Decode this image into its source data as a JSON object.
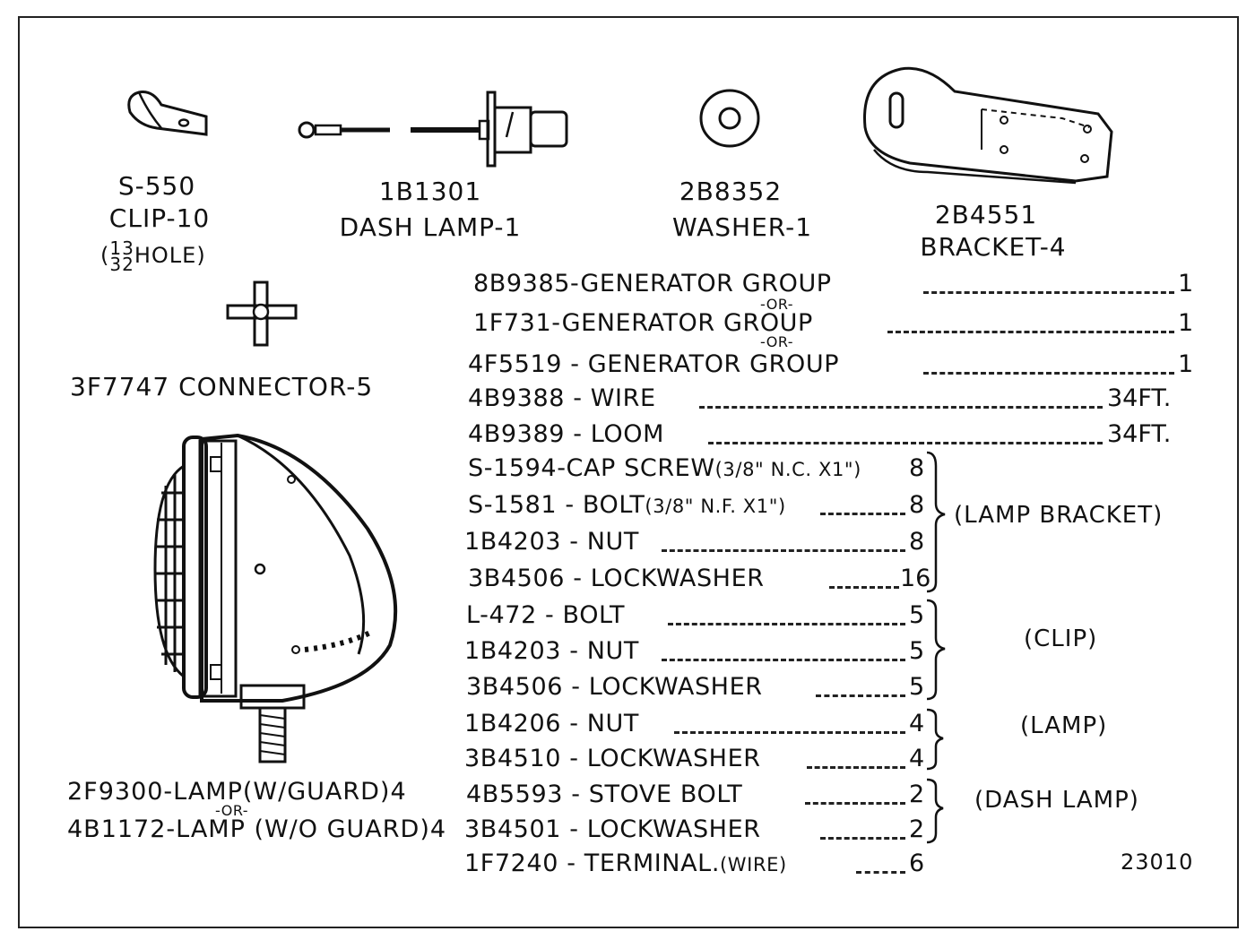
{
  "top_parts": [
    {
      "number": "S-550",
      "name": "CLIP-10",
      "note": "HOLE",
      "note_fraction_num": "13",
      "note_fraction_den": "32"
    },
    {
      "number": "1B1301",
      "name": "DASH LAMP-1"
    },
    {
      "number": "2B8352",
      "name": "WASHER-1"
    },
    {
      "number": "2B4551",
      "name": "BRACKET-4"
    }
  ],
  "connector": {
    "label": "3F7747 CONNECTOR-5"
  },
  "lamp_labels": {
    "line1": "2F9300-LAMP(W/GUARD)4",
    "or": "-OR-",
    "line2": "4B1172-LAMP (W/O GUARD)4"
  },
  "parts_list": [
    {
      "part": "8B9385-GENERATOR GROUP",
      "qty": "1",
      "or_after": "-OR-"
    },
    {
      "part": "1F731-GENERATOR GROUP",
      "qty": "1",
      "or_after": "-OR-"
    },
    {
      "part": "4F5519 - GENERATOR GROUP",
      "qty": "1"
    },
    {
      "part": "4B9388 - WIRE",
      "qty": "34FT."
    },
    {
      "part": "4B9389 - LOOM",
      "qty": "34FT."
    },
    {
      "part": "S-1594-CAP SCREW",
      "spec": "(3/8\" N.C. X1\")",
      "qty": "8"
    },
    {
      "part": "S-1581 - BOLT",
      "spec": "(3/8\" N.F. X1\")",
      "qty": "8"
    },
    {
      "part": "1B4203 - NUT",
      "qty": "8"
    },
    {
      "part": "3B4506 - LOCKWASHER",
      "qty": "16"
    },
    {
      "part": "L-472 - BOLT",
      "qty": "5"
    },
    {
      "part": "1B4203 - NUT",
      "qty": "5"
    },
    {
      "part": "3B4506 - LOCKWASHER",
      "qty": "5"
    },
    {
      "part": "1B4206 - NUT",
      "qty": "4"
    },
    {
      "part": "3B4510 - LOCKWASHER",
      "qty": "4"
    },
    {
      "part": "4B5593 - STOVE BOLT",
      "qty": "2"
    },
    {
      "part": "3B4501 - LOCKWASHER",
      "qty": "2"
    },
    {
      "part": "1F7240 - TERMINAL",
      "spec": "(WIRE)",
      "qty": "6"
    }
  ],
  "groups": [
    {
      "label": "(LAMP BRACKET)"
    },
    {
      "label": "(CLIP)"
    },
    {
      "label": "(LAMP)"
    },
    {
      "label": "(DASH LAMP)"
    }
  ],
  "figure_number": "23010"
}
